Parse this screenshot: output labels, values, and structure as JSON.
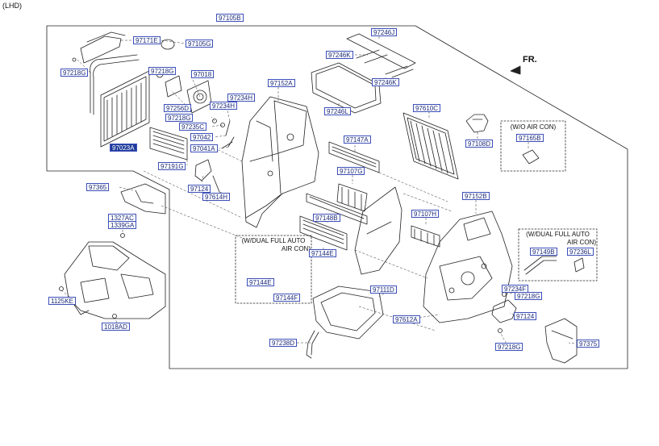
{
  "corner_label": "(LHD)",
  "front_label": "FR.",
  "notes": {
    "wo_air_con": "(W/O AIR CON)",
    "dual_left": [
      "(W/DUAL FULL AUTO",
      "AIR CON)"
    ],
    "dual_right": [
      "(W/DUAL FULL AUTO",
      "AIR CON)"
    ]
  },
  "callouts": [
    {
      "code": "97105B"
    },
    {
      "code": "97171E"
    },
    {
      "code": "97105G"
    },
    {
      "code": "97218G"
    },
    {
      "code": "97218G"
    },
    {
      "code": "97018"
    },
    {
      "code": "97256D"
    },
    {
      "code": "97234H"
    },
    {
      "code": "97234H"
    },
    {
      "code": "97218G"
    },
    {
      "code": "97235C"
    },
    {
      "code": "97042"
    },
    {
      "code": "97041A"
    },
    {
      "code": "97023A",
      "selected": true
    },
    {
      "code": "97191G"
    },
    {
      "code": "97124"
    },
    {
      "code": "97614H"
    },
    {
      "code": "97152A"
    },
    {
      "code": "97246J"
    },
    {
      "code": "97246K"
    },
    {
      "code": "97246K"
    },
    {
      "code": "97246L"
    },
    {
      "code": "97610C"
    },
    {
      "code": "97108D"
    },
    {
      "code": "97165B"
    },
    {
      "code": "97147A"
    },
    {
      "code": "97107G"
    },
    {
      "code": "97365"
    },
    {
      "code": "1327AC"
    },
    {
      "code": "1339GA"
    },
    {
      "code": "97152B"
    },
    {
      "code": "97148B"
    },
    {
      "code": "97107H"
    },
    {
      "code": "97144E"
    },
    {
      "code": "97144E"
    },
    {
      "code": "97144F"
    },
    {
      "code": "97149B"
    },
    {
      "code": "97236L"
    },
    {
      "code": "1125KE"
    },
    {
      "code": "97111D"
    },
    {
      "code": "97234F"
    },
    {
      "code": "97218G"
    },
    {
      "code": "1018AD"
    },
    {
      "code": "97612A"
    },
    {
      "code": "97124"
    },
    {
      "code": "97238D"
    },
    {
      "code": "97375"
    },
    {
      "code": "97218G"
    }
  ]
}
